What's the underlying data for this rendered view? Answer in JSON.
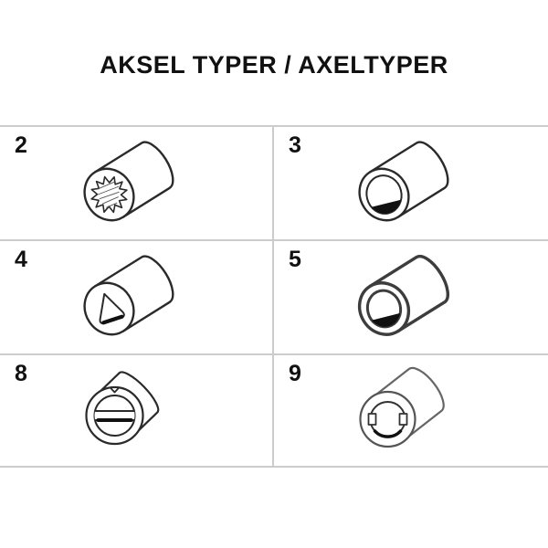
{
  "title": "AKSEL TYPER / AXELTYPER",
  "colors": {
    "line": "#2a2a2a",
    "thick_line": "#3d3d3d",
    "gray_line": "#666666",
    "dark_fill": "#111111",
    "divider": "#cccccc",
    "background": "#ffffff"
  },
  "cells": [
    {
      "number": "2",
      "bore_type": "spline-bore"
    },
    {
      "number": "3",
      "bore_type": "d-bore"
    },
    {
      "number": "4",
      "bore_type": "triangle-bore"
    },
    {
      "number": "5",
      "bore_type": "d-bore-thick-outline"
    },
    {
      "number": "8",
      "bore_type": "slot-keyway-bore"
    },
    {
      "number": "9",
      "bore_type": "double-notch-bore"
    }
  ]
}
